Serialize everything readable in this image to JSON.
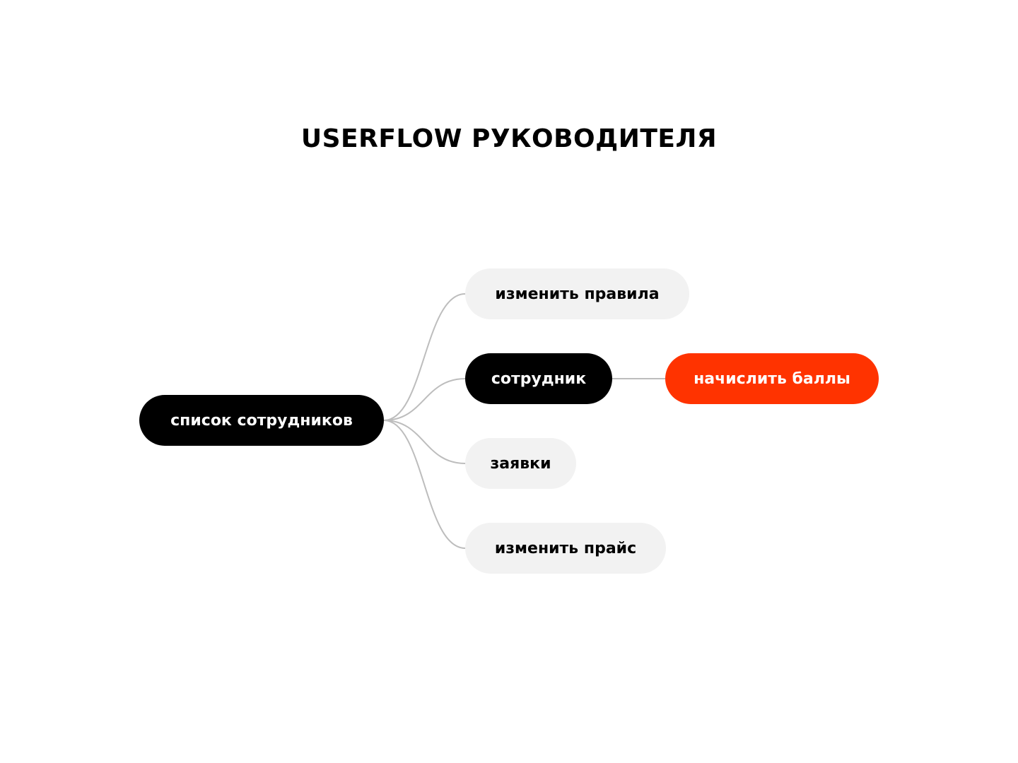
{
  "title": "USERFLOW РУКОВОДИТЕЛЯ",
  "colors": {
    "dark_node": "#000000",
    "light_node": "#f2f2f2",
    "accent_node": "#ff3300",
    "connector": "#bdbdbd"
  },
  "nodes": {
    "root": {
      "label": "список сотрудников"
    },
    "rules": {
      "label": "изменить правила"
    },
    "employee": {
      "label": "сотрудник"
    },
    "requests": {
      "label": "заявки"
    },
    "price": {
      "label": "изменить прайс"
    },
    "points": {
      "label": "начислить баллы"
    }
  },
  "edges": [
    {
      "from": "список сотрудников",
      "to": "изменить правила"
    },
    {
      "from": "список сотрудников",
      "to": "сотрудник"
    },
    {
      "from": "список сотрудников",
      "to": "заявки"
    },
    {
      "from": "список сотрудников",
      "to": "изменить прайс"
    },
    {
      "from": "сотрудник",
      "to": "начислить баллы"
    }
  ]
}
